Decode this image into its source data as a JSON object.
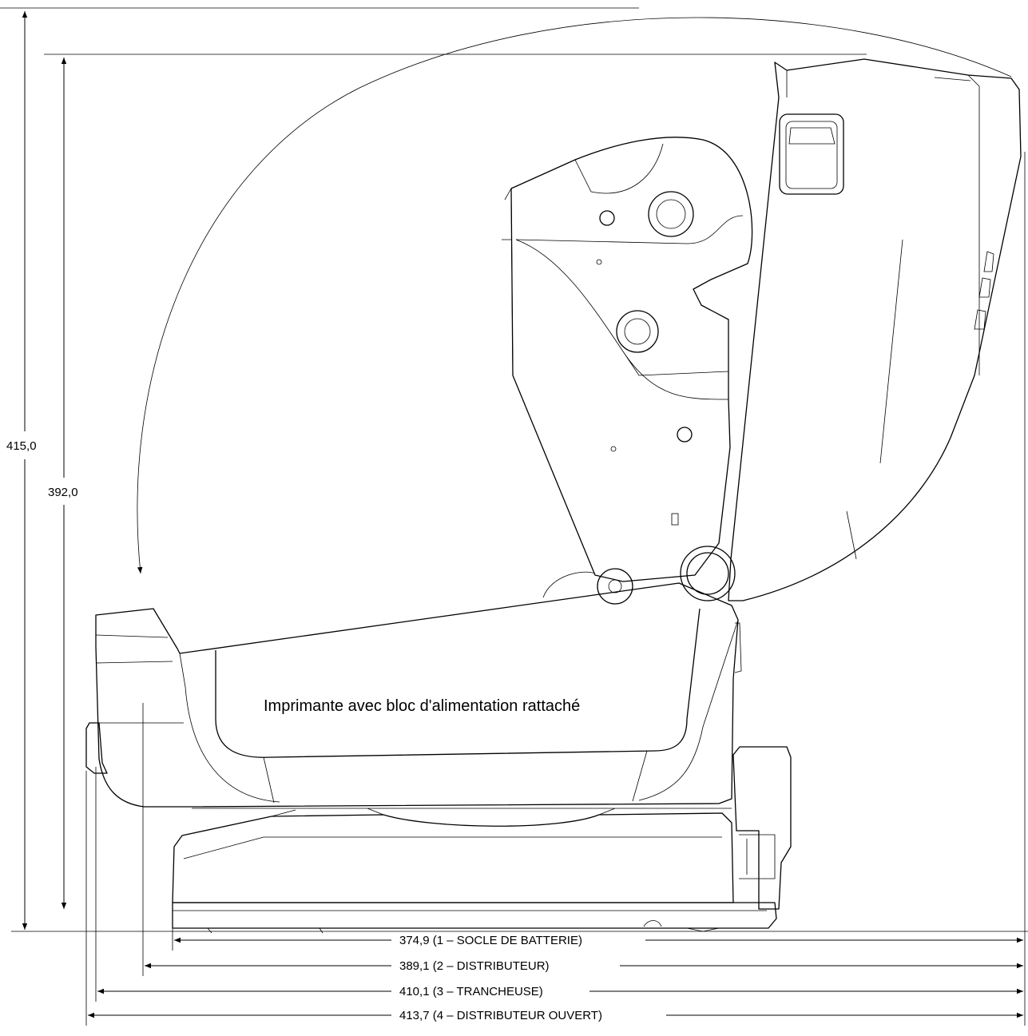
{
  "diagram": {
    "caption": "Imprimante avec bloc d'alimentation rattaché",
    "vertical_dimensions": [
      {
        "id": "overall-height",
        "value": "415,0"
      },
      {
        "id": "body-height",
        "value": "392,0"
      }
    ],
    "horizontal_dimensions": [
      {
        "id": "battery-base",
        "value": "374,9 (1 – SOCLE DE BATTERIE)"
      },
      {
        "id": "dispenser",
        "value": "389,1 (2 – DISTRIBUTEUR)"
      },
      {
        "id": "cutter",
        "value": "410,1 (3 – TRANCHEUSE)"
      },
      {
        "id": "dispenser-open",
        "value": "413,7 (4 – DISTRIBUTEUR OUVERT)"
      }
    ]
  }
}
